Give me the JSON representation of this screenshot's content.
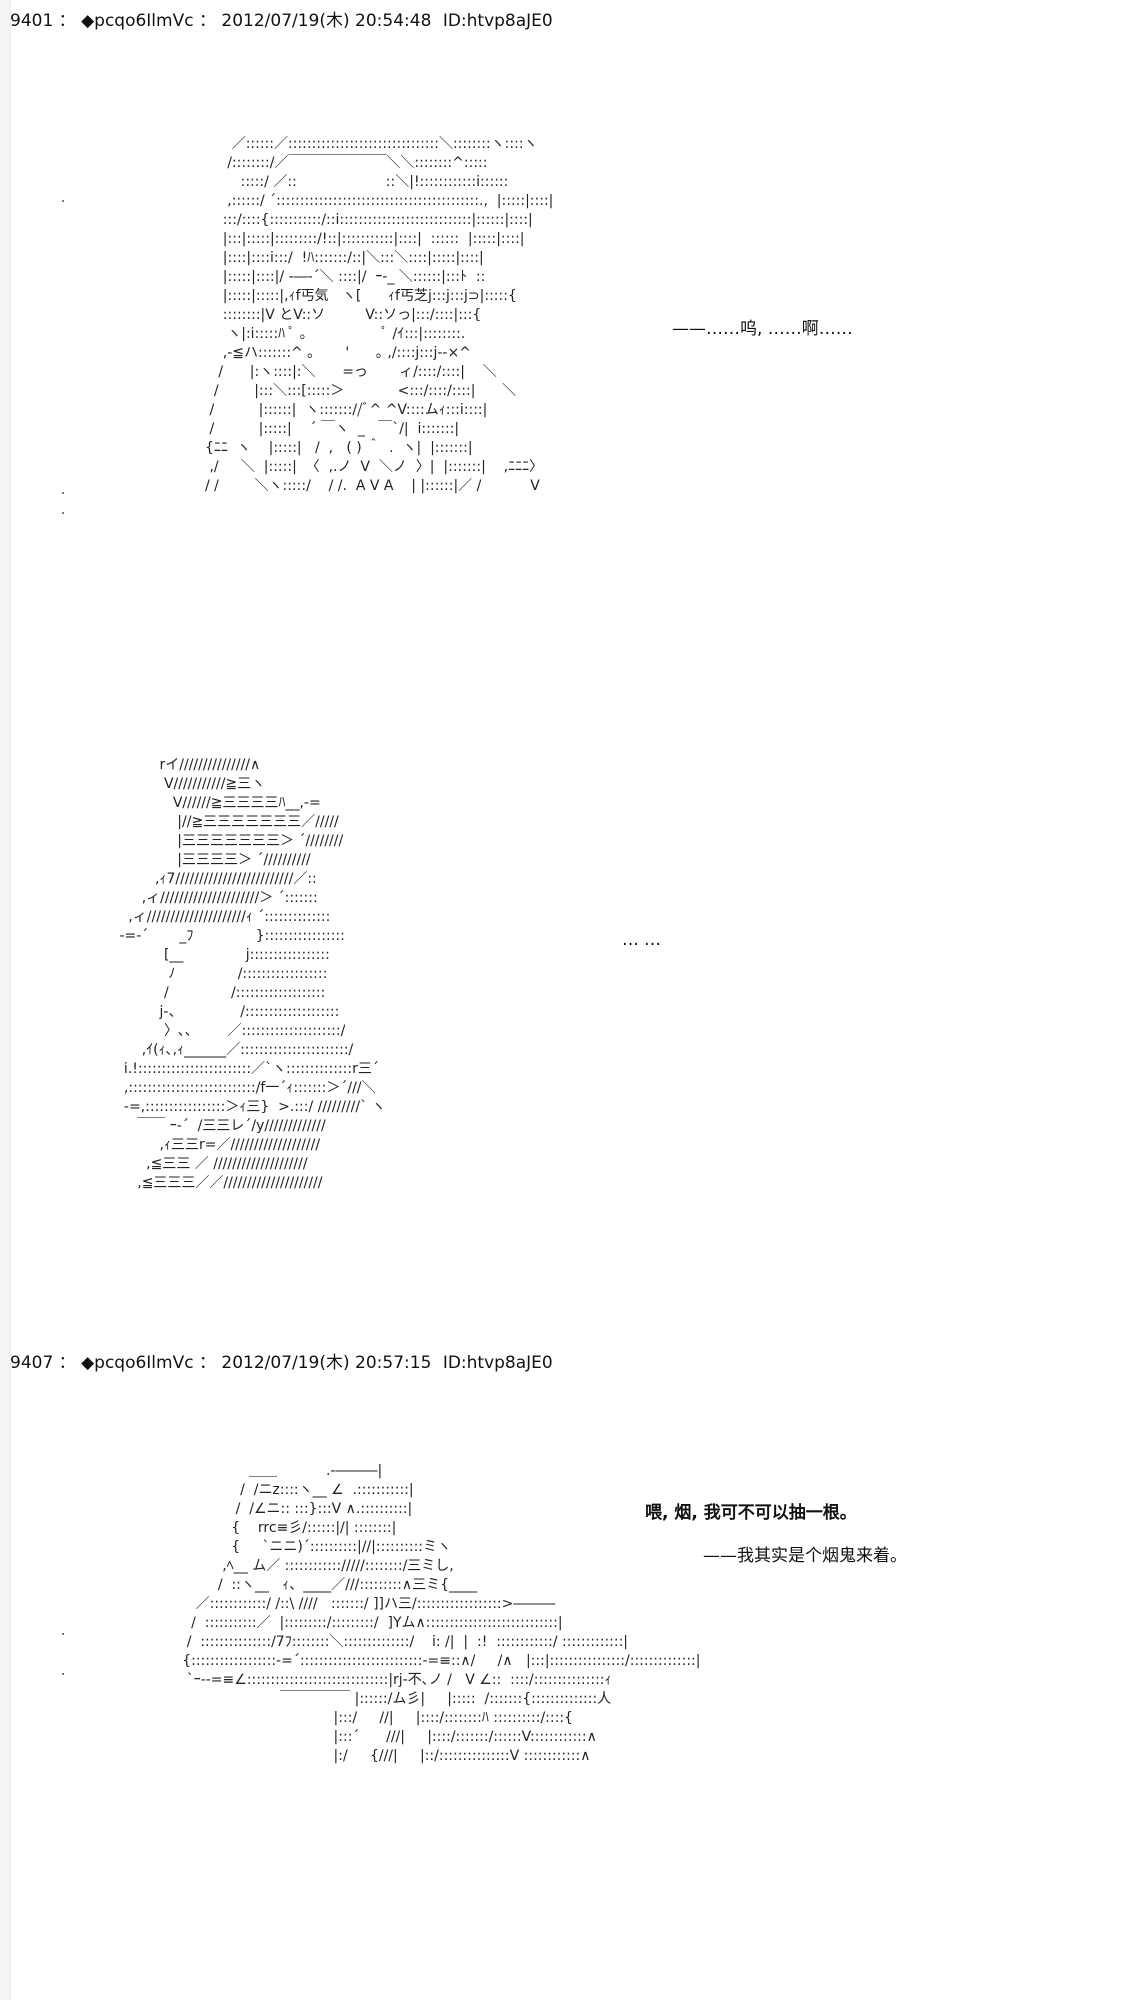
{
  "posts": [
    {
      "number": "9401",
      "separator": "：",
      "name": "◆pcqo6IlmVc",
      "date": "2012/07/19(木) 20:54:48",
      "id": "ID:htvp8aJE0"
    },
    {
      "number": "9407",
      "separator": "：",
      "name": "◆pcqo6IlmVc",
      "date": "2012/07/19(木) 20:57:15",
      "id": "ID:htvp8aJE0"
    }
  ],
  "dialogue": {
    "line1": "——……呜, ……啊……",
    "line2": "……",
    "line3": "喂, 烟, 我可不可以抽一根。",
    "line4": "——我其实是个烟鬼来着。"
  },
  "art": {
    "art1": "      ／::::::／::::::::::::::::::::::::::::::::＼::::::::ヽ::::ヽ\n     /::::::::/／￣￣￣￣￣￣￣＼＼::::::::^:::::\n        :::::/ ／::                    ::＼|!::::::::::::i::::::\n     ,::::::/ ´:::::::::::::::::::::::::::::::::::::::::::.,  |:::::|::::|\n    :::/::::{:::::::::::/::i::::::::::::::::::::::::::::|::::::|::::|\n    |:::|:::::|:::::::::/!::|:::::::::::|::::|  ::::::  |:::::|::::|\n    |::::|::::i:::/  !ﾊ:::::::/::|＼:::＼::::|:::::|::::|\n    |:::::|::::|/ ‐―‐´＼ ::::|/  ｰ-_ ＼::::::|:::ﾄ  ::\n    |:::::|:::::|,ｨf丐気   ヽ[      ｨf丐芝j:::j:::j⊃|:::::{\n    ::::::::|V とV::ソ         V::ソっ|:::/::::|:::{\n     ヽ|:i:::::ﾊ ﾟ ｡                 ﾟ /ｲ:::|::::::::.\n    ,-≦ハ:::::::^ ｡       '      ｡ ,/::::j:::j--×^\n   /      |:ヽ::::|:＼      =っ       ィ/::::/::::|    ＼\n  /        |:::＼:::[:::::＞            <:::/::::/::::|      ＼\n /          |::::::|  ヽ::::::://ﾞ^ ^V::::ムｨ:::i::::|        \n /          |:::::|    ´ ￣ヽ  _   ￣`/|  i:::::::|\n{ﾆﾆ  ヽ    |:::::|   /  ,   ( ) ＾  .  ヽ|  |:::::::|\n ,/     ＼  |:::::|  〈  ,.ノ  V  ＼ノ  〉|  |:::::::|    ,ﾆﾆﾆ〉\n/ /        ＼ヽ:::::/    / /.  A V A    | |::::::|／ /           V",
    "art2": "          rイ///////////////∧\n           V///////////≧三ヽ\n             V//////≧三三三三ﾊ__,-=\n              |//≧三三三三三三三／/////\n              |三三三三三三三＞ ´////////\n              |三三三三＞ ´//////////\n         ,ｨ7/////////////////////////／::\n      ,ィ/////////////////////＞ ´:::::::\n   ,ィ/////////////////////ｨ ´::::::::::::::\n -=-´       _ﾌ              }:::::::::::::::::\n           [__              j:::::::::::::::::\n            ﾉ              /::::::::::::::::::\n           /              /:::::::::::::::::::\n          j-、             /::::::::::::::::::::\n           〉､､        ／:::::::::::::::::::::/\n      ,ｲ(ｨ､,ｨ______／:::::::::::::::::::::::/\n  i.!::::::::::::::::::::::::／`ヽ::::::::::::::r三´\n  ,:::::::::::::::::::::::::::/f一´ｨ:::::::＞´///＼\n  -=,:::::::::::::::::＞ｨ三}  >.:::/ /////////` ヽ\n     ￣￣ ｰ-´  /三三レ´/y/////////////\n          ,ｨ三三r=／///////////////////\n       ,≦三三 ／ ////////////////////\n     ,≦三三三／／/////////////////////",
    "art3": "                    ＿＿           .-―――|\n                  /  /ニz::::ヽ__ ∠  .:::::::::::|\n                 /  /∠ニ:: :::}:::V ∧.::::::::::|\n                {    rrc≡彡/::::::|/| ::::::::|\n                {     `ニニ)´::::::::::|//|::::::::::ミヽ\n              ,ﾍ__ ム／ :::::::::::://///::::::::/三ミし,\n             /  ::ヽ__   ｨ、____／///:::::::::∧三ミ{____\n        ／::::::::::::/ /::\\ ////   :::::::/ ]]ハ三/::::::::::::::::::>―――\n       /  :::::::::::／  |:::::::::/:::::::::/  ]Yム∧::::::::::::::::::::::::::::|\n      /  :::::::::::::::/7ﾌ::::::::＼::::::::::::::/    i: /|  |  :!  ::::::::::::/ :::::::::::::|\n     {::::::::::::::::::-=´::::::::::::::::::::::::::-=≡::∧/     /∧   |:::|::::::::::::::::/::::::::::::::|\n      `ｰ--=≡∠::::::::::::::::::::::::::::::|rj-不､ノ /   V ∠::  ::::/:::::::::::::::ｨ\n                           ￣￣￣￣￣ |::::::/ム彡|     |:::::  /:::::::{::::::::::::::人\n                                       |:::/     //|     |::::/::::::::ﾊ ::::::::::/::::{\n                                       |:::´      ///|     |::::/:::::::/::::::V::::::::::::∧\n                                       |:/     {///|     |::/:::::::::::::::V ::::::::::::∧"
  }
}
